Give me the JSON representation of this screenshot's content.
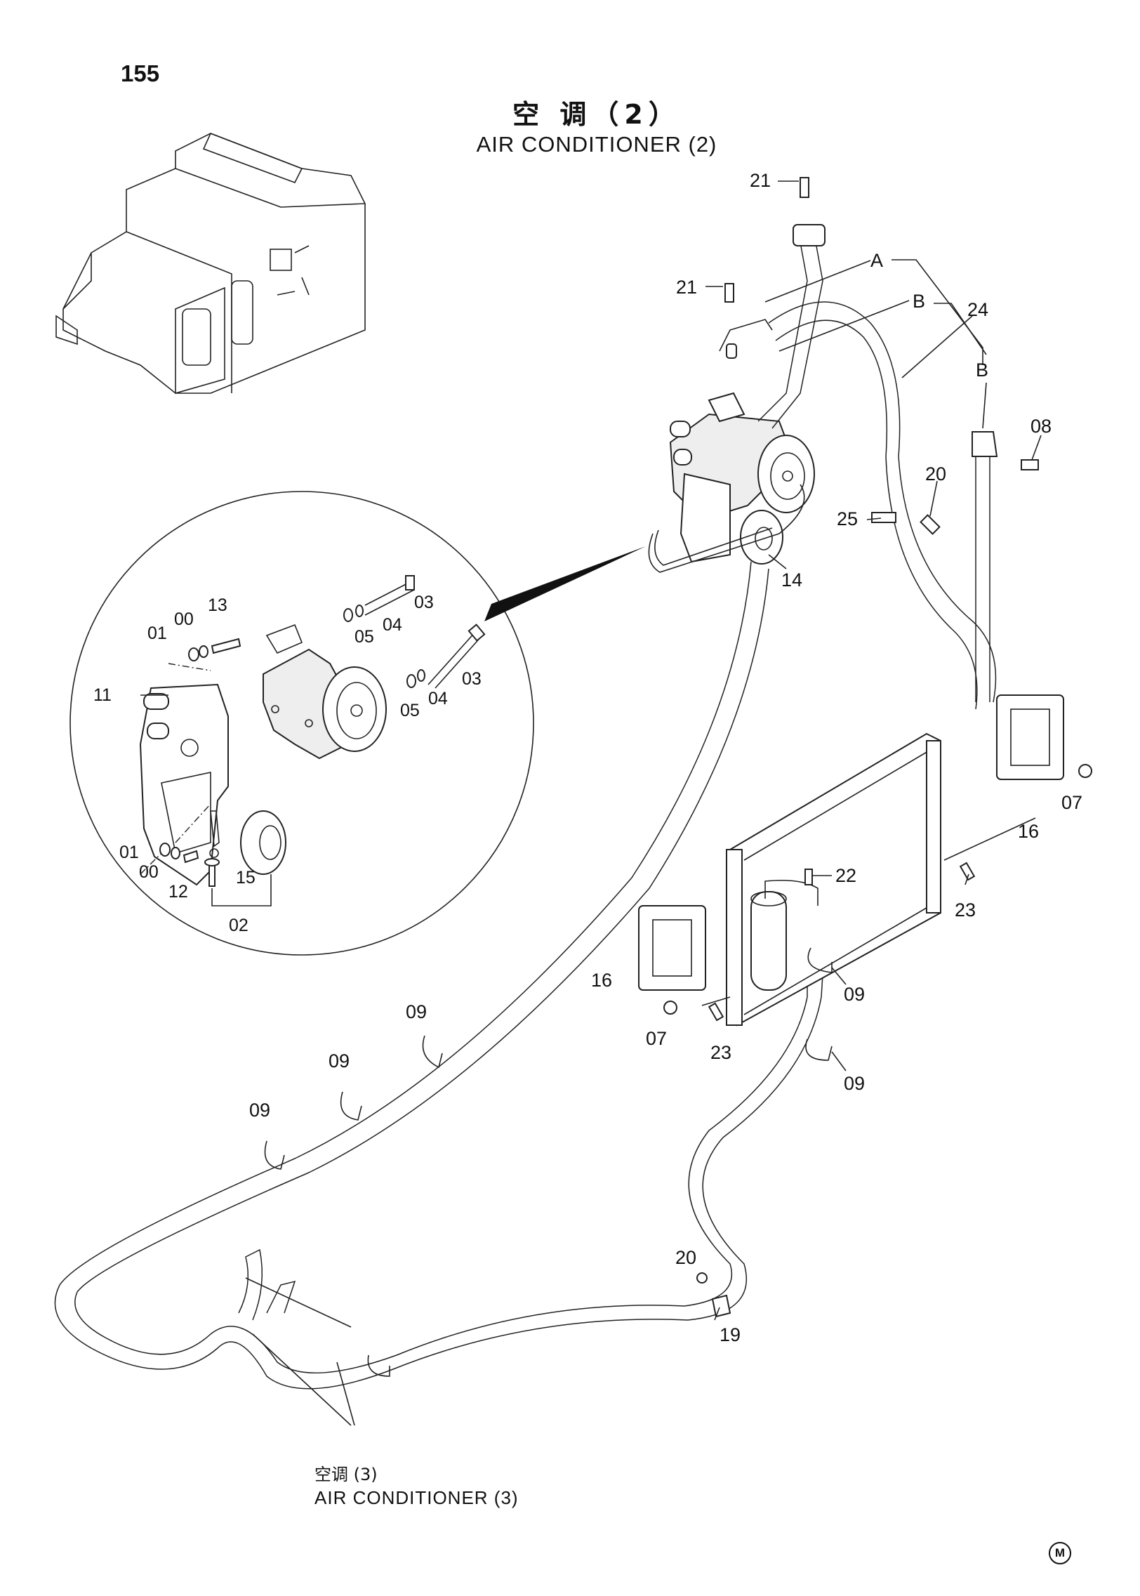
{
  "page": {
    "number": "155"
  },
  "title": {
    "cn": "空  调（2）",
    "en": "AIR CONDITIONER (2)"
  },
  "reference": {
    "cn": "空调 (3)",
    "en": "AIR CONDITIONER (3)"
  },
  "mark": "M",
  "callouts": {
    "main": [
      {
        "id": "c21a",
        "label": "21"
      },
      {
        "id": "c21b",
        "label": "21"
      },
      {
        "id": "cA1",
        "label": "A"
      },
      {
        "id": "cB1",
        "label": "B"
      },
      {
        "id": "c24",
        "label": "24"
      },
      {
        "id": "cB2",
        "label": "B"
      },
      {
        "id": "c08",
        "label": "08"
      },
      {
        "id": "c20a",
        "label": "20"
      },
      {
        "id": "c25",
        "label": "25"
      },
      {
        "id": "c14",
        "label": "14"
      },
      {
        "id": "c07a",
        "label": "07"
      },
      {
        "id": "c16a",
        "label": "16"
      },
      {
        "id": "c22",
        "label": "22"
      },
      {
        "id": "c23a",
        "label": "23"
      },
      {
        "id": "c09a",
        "label": "09"
      },
      {
        "id": "c16b",
        "label": "16"
      },
      {
        "id": "c07b",
        "label": "07"
      },
      {
        "id": "c23b",
        "label": "23"
      },
      {
        "id": "c09b",
        "label": "09"
      },
      {
        "id": "c09c",
        "label": "09"
      },
      {
        "id": "c09d",
        "label": "09"
      },
      {
        "id": "c09e",
        "label": "09"
      },
      {
        "id": "c20b",
        "label": "20"
      },
      {
        "id": "c19",
        "label": "19"
      }
    ],
    "detail": [
      {
        "id": "d13",
        "label": "13"
      },
      {
        "id": "d01a",
        "label": "01"
      },
      {
        "id": "d00a",
        "label": "00"
      },
      {
        "id": "d03a",
        "label": "03"
      },
      {
        "id": "d05a",
        "label": "05"
      },
      {
        "id": "d04a",
        "label": "04"
      },
      {
        "id": "d11",
        "label": "11"
      },
      {
        "id": "d03b",
        "label": "03"
      },
      {
        "id": "d05b",
        "label": "05"
      },
      {
        "id": "d04b",
        "label": "04"
      },
      {
        "id": "d01b",
        "label": "01"
      },
      {
        "id": "d00b",
        "label": "00"
      },
      {
        "id": "d12",
        "label": "12"
      },
      {
        "id": "d15",
        "label": "15"
      },
      {
        "id": "d02",
        "label": "02"
      }
    ]
  }
}
